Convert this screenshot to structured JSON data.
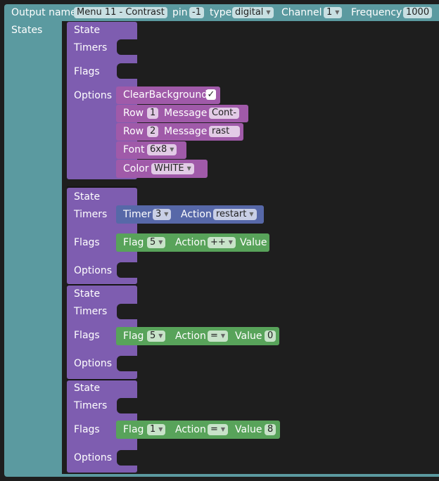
{
  "output": {
    "label_output_name": "Output name",
    "name_value": "Menu 11 - Contrast",
    "label_pin": "pin",
    "pin_value": "-1",
    "label_type": "type",
    "type_value": "digital",
    "label_channel": "Channel",
    "channel_value": "1",
    "label_frequency": "Frequency",
    "frequency_value": "1000",
    "label_states": "States"
  },
  "labels": {
    "state": "State",
    "timers": "Timers",
    "flags": "Flags",
    "options": "Options"
  },
  "state1": {
    "clear_background": "ClearBackground",
    "check": "✓",
    "row1_label": "Row",
    "row1_num": "1",
    "row1_msg_label": "Message",
    "row1_msg": "Cont-",
    "row2_label": "Row",
    "row2_num": "2",
    "row2_msg_label": "Message",
    "row2_msg": "rast",
    "font_label": "Font",
    "font_value": "6x8",
    "color_label": "Color",
    "color_value": "WHITE"
  },
  "state2": {
    "timer_label": "Timer",
    "timer_value": "3",
    "timer_action_label": "Action",
    "timer_action": "restart",
    "flag_label": "Flag",
    "flag_value": "5",
    "flag_action_label": "Action",
    "flag_action": "++",
    "flag_value_label": "Value"
  },
  "state3": {
    "flag_label": "Flag",
    "flag_value": "5",
    "flag_action_label": "Action",
    "flag_action": "=",
    "flag_value_label": "Value",
    "flag_val": "0"
  },
  "state4": {
    "flag_label": "Flag",
    "flag_value": "1",
    "flag_action_label": "Action",
    "flag_action": "=",
    "flag_value_label": "Value",
    "flag_val": "8"
  },
  "colors": {
    "output_block": "#5b9aa0",
    "state_block": "#7e5db0",
    "options_block": "#a05aa9",
    "timer_block": "#5768a8",
    "flag_block": "#58a35a",
    "workspace": "#1e1e1e"
  },
  "icons": {
    "dropdown": "triangle-down-icon"
  }
}
